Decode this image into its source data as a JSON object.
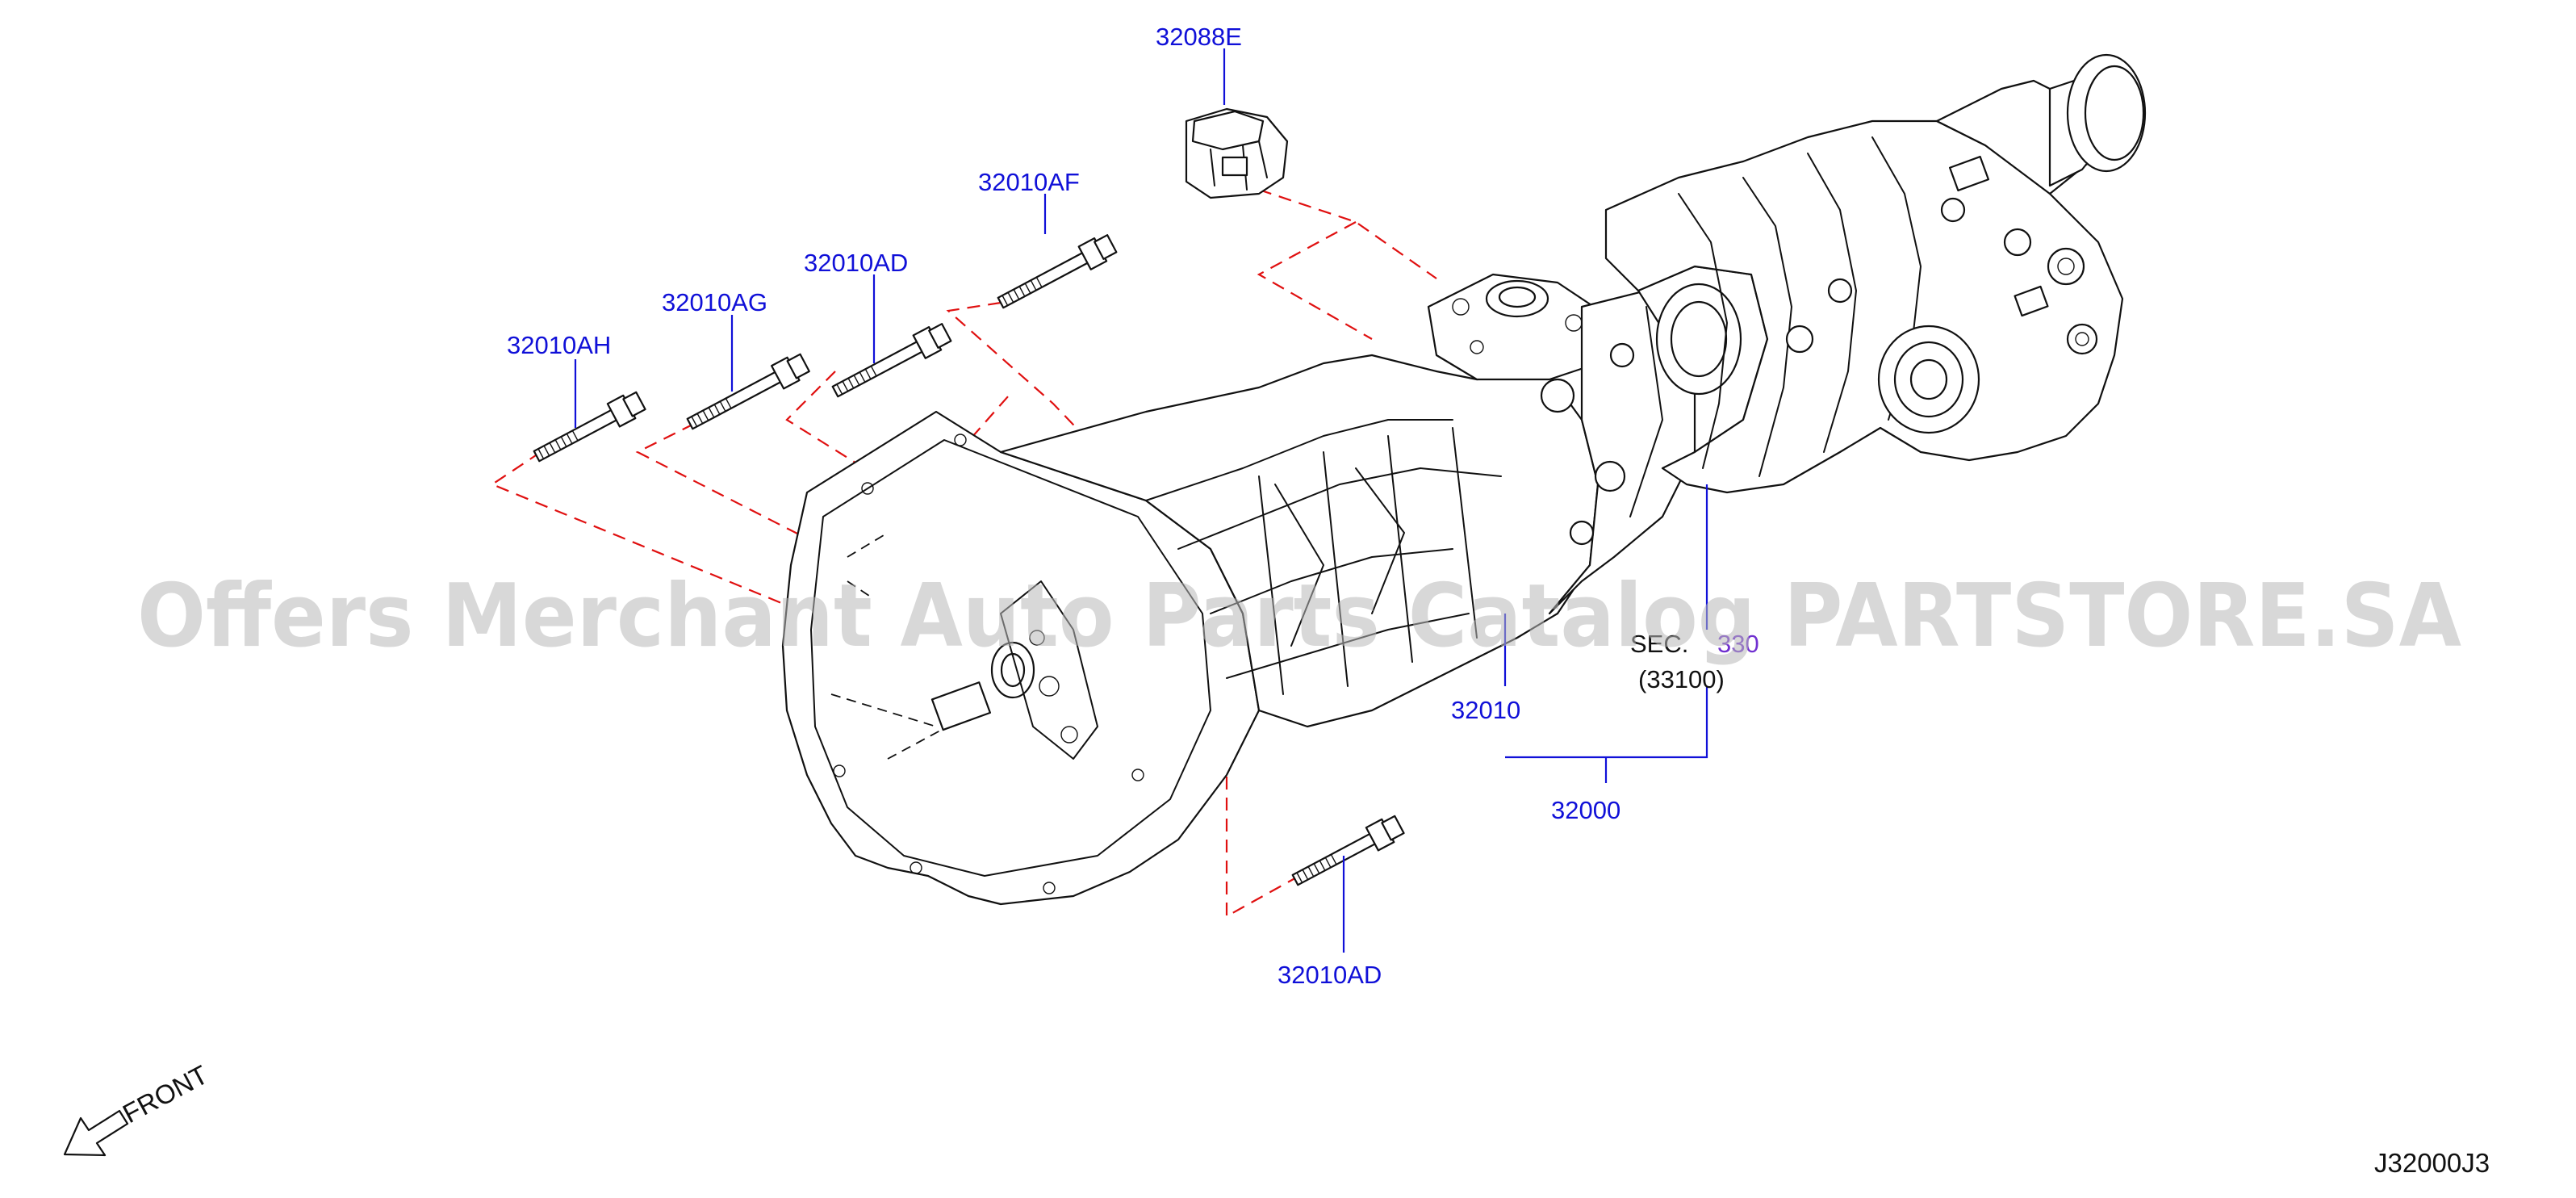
{
  "callouts": {
    "c_32088E": "32088E",
    "c_32010AF": "32010AF",
    "c_32010AD_top": "32010AD",
    "c_32010AG": "32010AG",
    "c_32010AH": "32010AH",
    "c_32010": "32010",
    "c_32000": "32000",
    "c_33100": "(33100)",
    "c_sec_prefix": "SEC.",
    "c_sec_num": "330",
    "c_32010AD_bottom": "32010AD"
  },
  "front_label": "FRONT",
  "diagram_id": "J32000J3",
  "watermark": "Offers Merchant Auto Parts Catalog PARTSTORE.SA",
  "colors": {
    "callout": "#1010d8",
    "section_ref": "#7030d0",
    "assembly_lines": "#e01010",
    "drawing": "#111111"
  },
  "icons": [
    "front-arrow-icon"
  ]
}
